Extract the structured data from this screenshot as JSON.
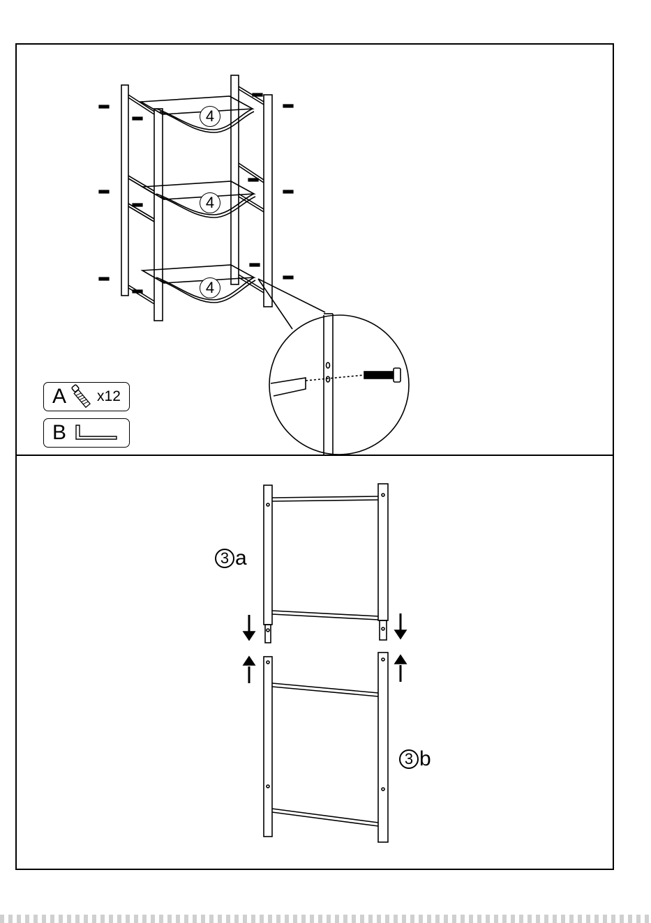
{
  "steps": {
    "top": {
      "shelf_callouts": [
        "4",
        "4",
        "4"
      ],
      "parts": [
        {
          "letter": "A",
          "icon": "screw-icon",
          "quantity": "x12"
        },
        {
          "letter": "B",
          "icon": "hex-key-icon",
          "quantity": ""
        }
      ]
    },
    "bottom": {
      "frame_a": {
        "number": "3",
        "suffix": "a"
      },
      "frame_b": {
        "number": "3",
        "suffix": "b"
      }
    }
  },
  "colors": {
    "line": "#000000",
    "background": "#ffffff"
  }
}
